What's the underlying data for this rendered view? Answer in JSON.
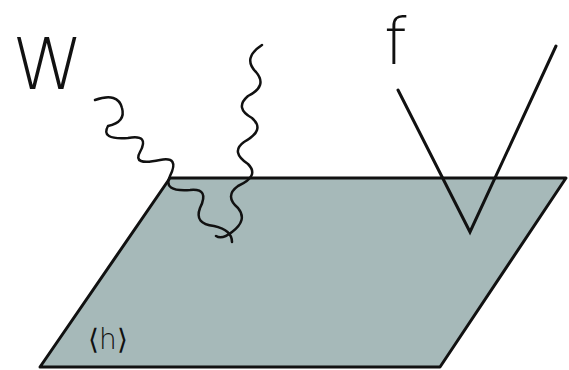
{
  "diagram": {
    "labels": [
      "W",
      "f",
      "⟨h⟩"
    ]
  }
}
